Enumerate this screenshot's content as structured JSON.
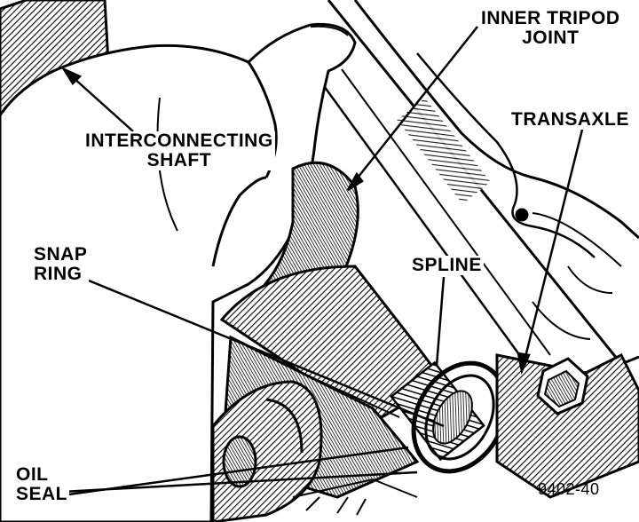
{
  "labels": {
    "inner_tripod_joint": [
      "INNER TRIPOD",
      "JOINT"
    ],
    "transaxle": "TRANSAXLE",
    "interconnecting_shaft": [
      "INTERCONNECTING",
      "SHAFT"
    ],
    "snap_ring": [
      "SNAP",
      "RING"
    ],
    "spline": "SPLINE",
    "oil_seal": [
      "OIL",
      "SEAL"
    ]
  },
  "figure_number": "9402-40"
}
